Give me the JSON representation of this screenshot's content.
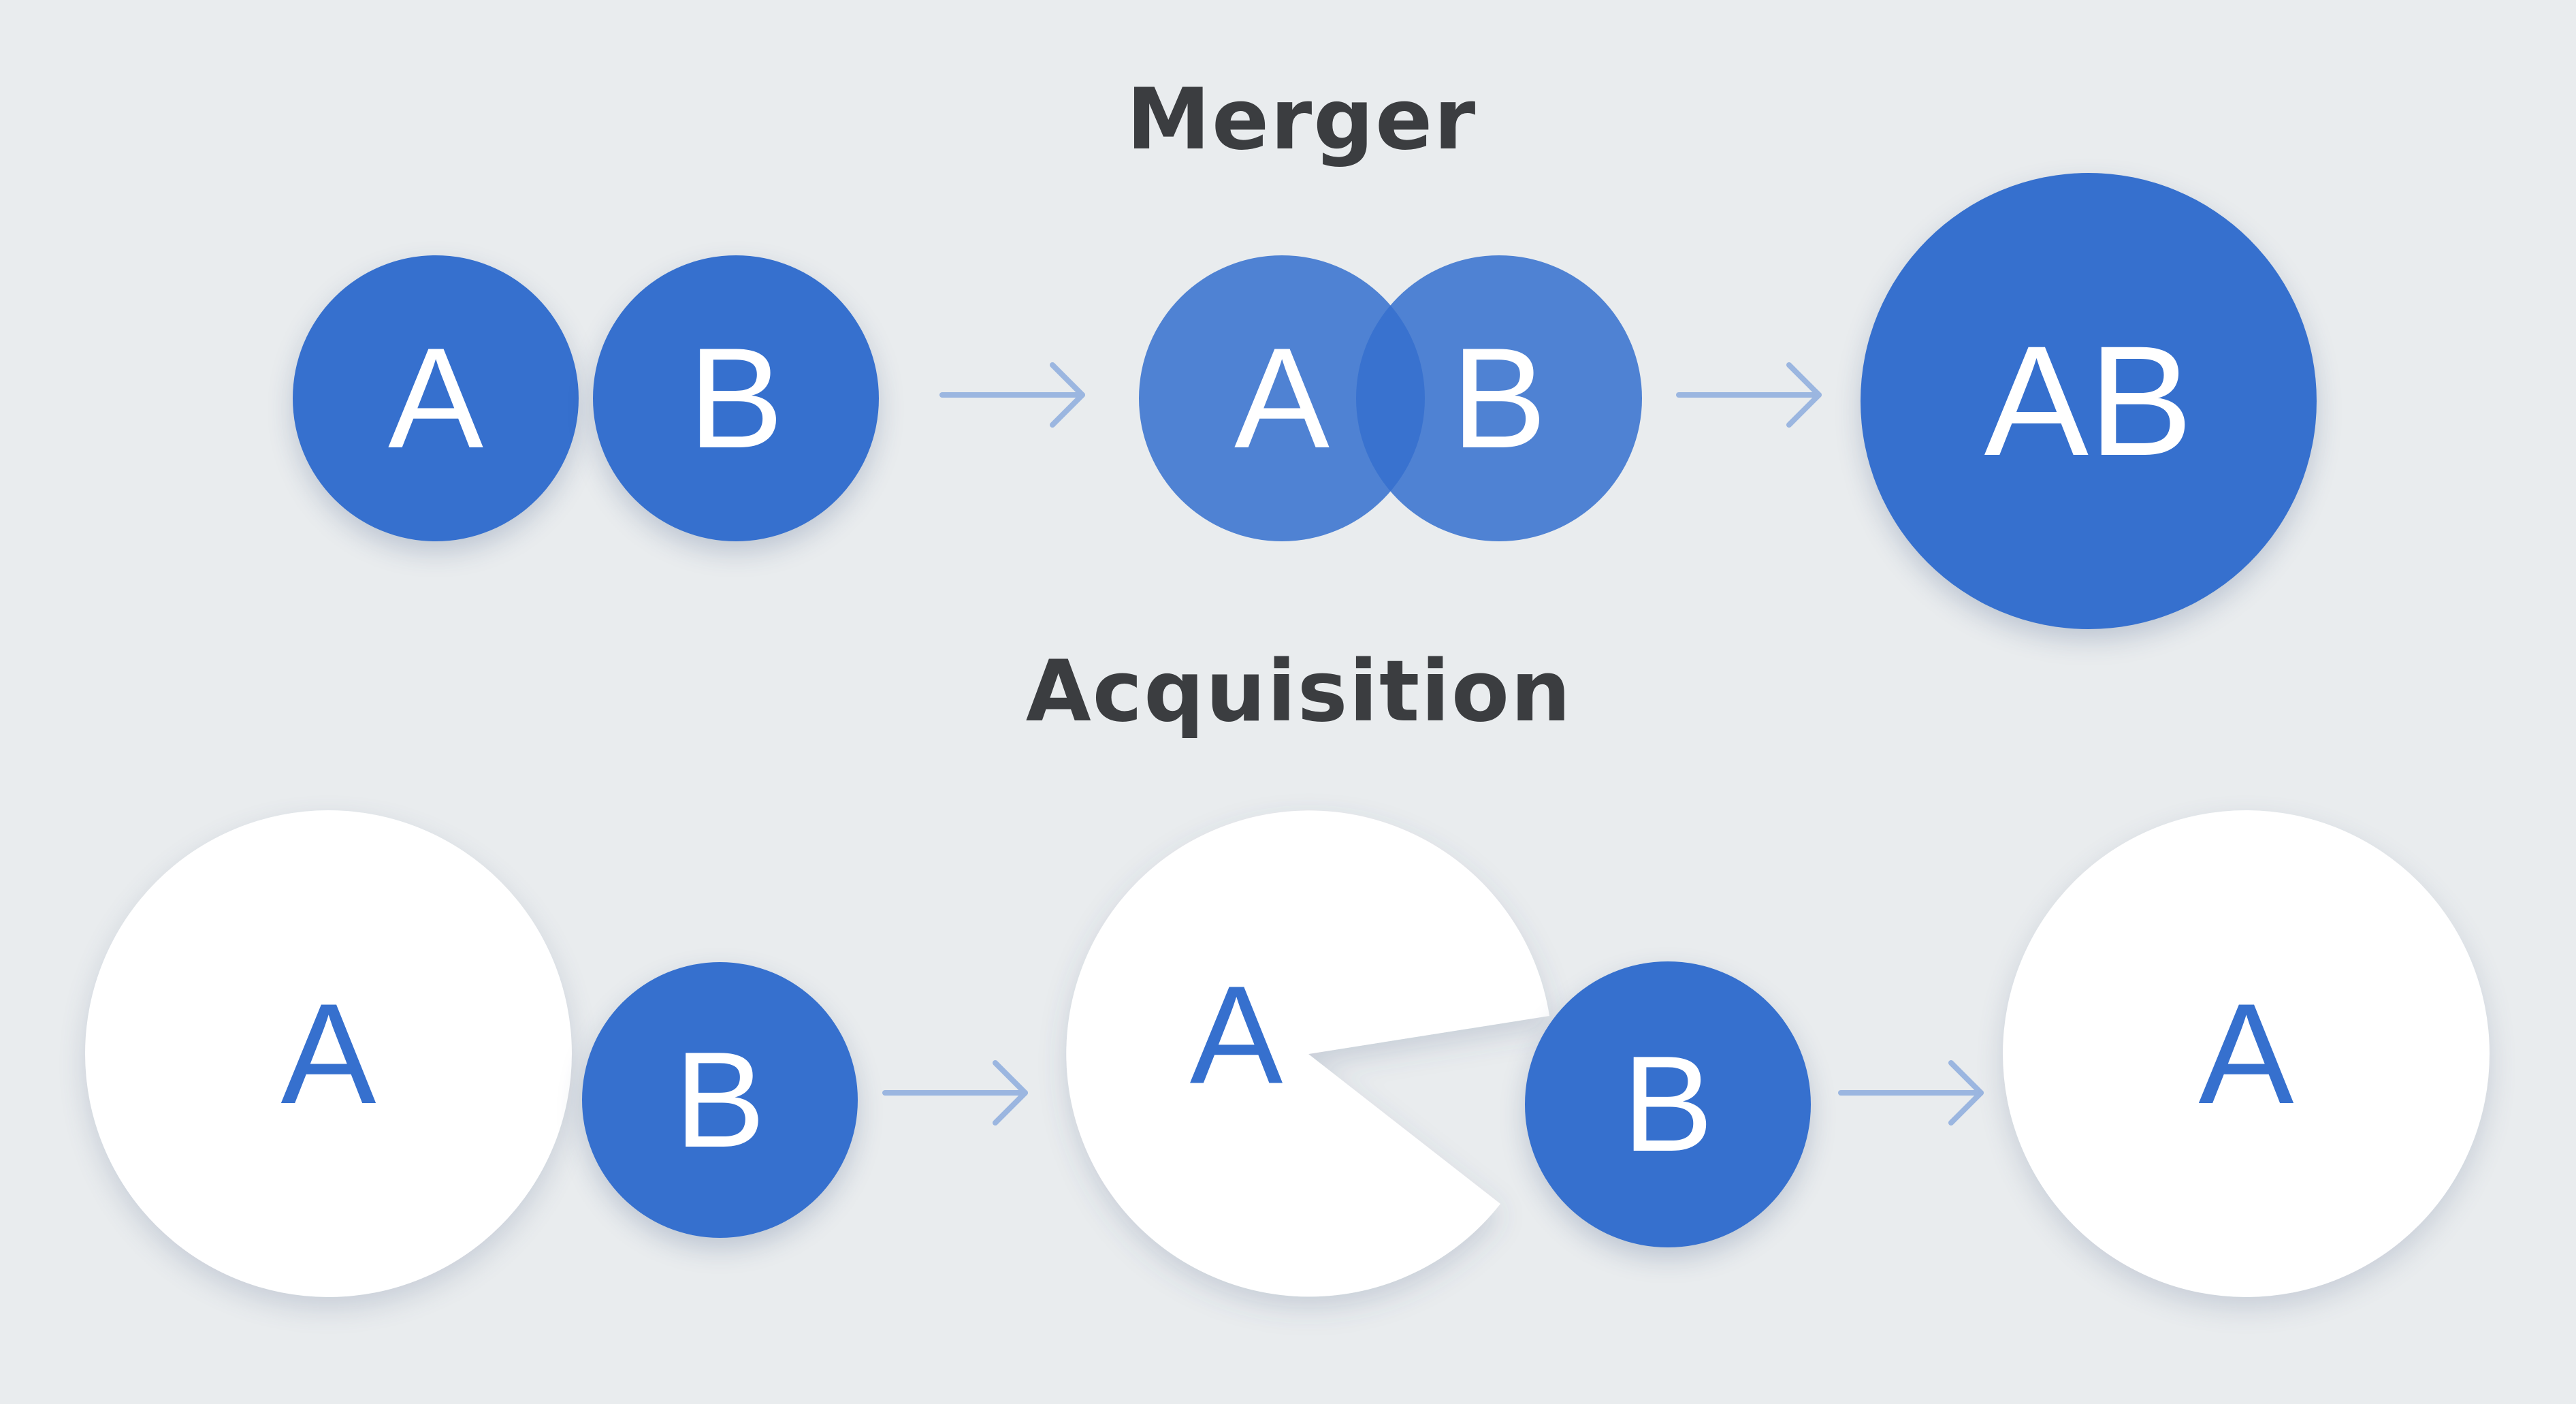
{
  "merger": {
    "title": "Merger",
    "step1": {
      "left": "A",
      "right": "B"
    },
    "step2": {
      "left": "A",
      "right": "B"
    },
    "step3": {
      "combined": "AB"
    }
  },
  "acquisition": {
    "title": "Acquisition",
    "step1": {
      "acquirer": "A",
      "target": "B"
    },
    "step2": {
      "acquirer": "A",
      "target": "B"
    },
    "step3": {
      "result": "A"
    }
  },
  "colors": {
    "background": "#e9ecee",
    "blue": "#3670ce",
    "white": "#ffffff",
    "arrow": "#9bb6e0",
    "heading": "#3b3d40"
  },
  "icons": {
    "arrow": "arrow-right-icon"
  }
}
